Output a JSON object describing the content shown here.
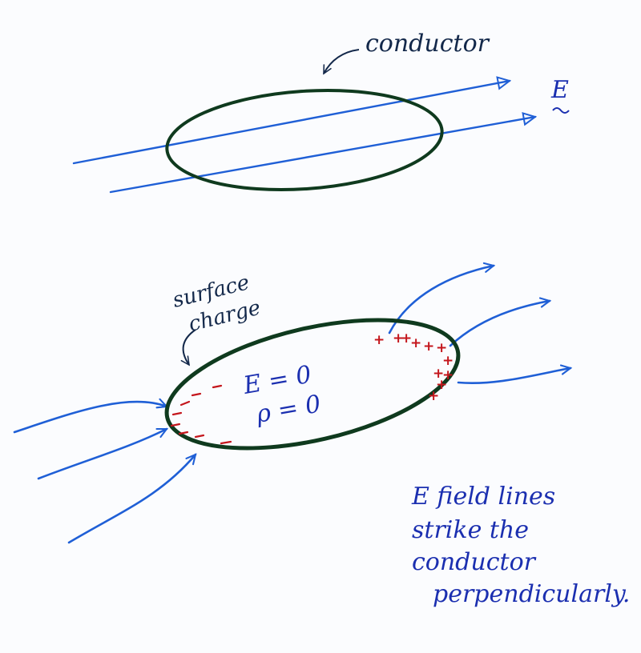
{
  "top_diagram": {
    "conductor_label": "conductor",
    "field_label": "E"
  },
  "bottom_diagram": {
    "surface_charge_label_line1": "surface",
    "surface_charge_label_line2": "charge",
    "interior_field": "E = 0",
    "interior_charge": "ρ = 0",
    "positive_charge_symbol": "+",
    "negative_charge_symbol": "−"
  },
  "note": {
    "line1": "E field lines",
    "line2": "strike the",
    "line3": "conductor",
    "line4": "perpendicularly."
  },
  "colors": {
    "conductor_outline": "#0f3a1e",
    "field_lines": "#1f5fd6",
    "handwriting": "#1b2fb0",
    "charges": "#c4161c",
    "paper": "#fbfcfe"
  }
}
